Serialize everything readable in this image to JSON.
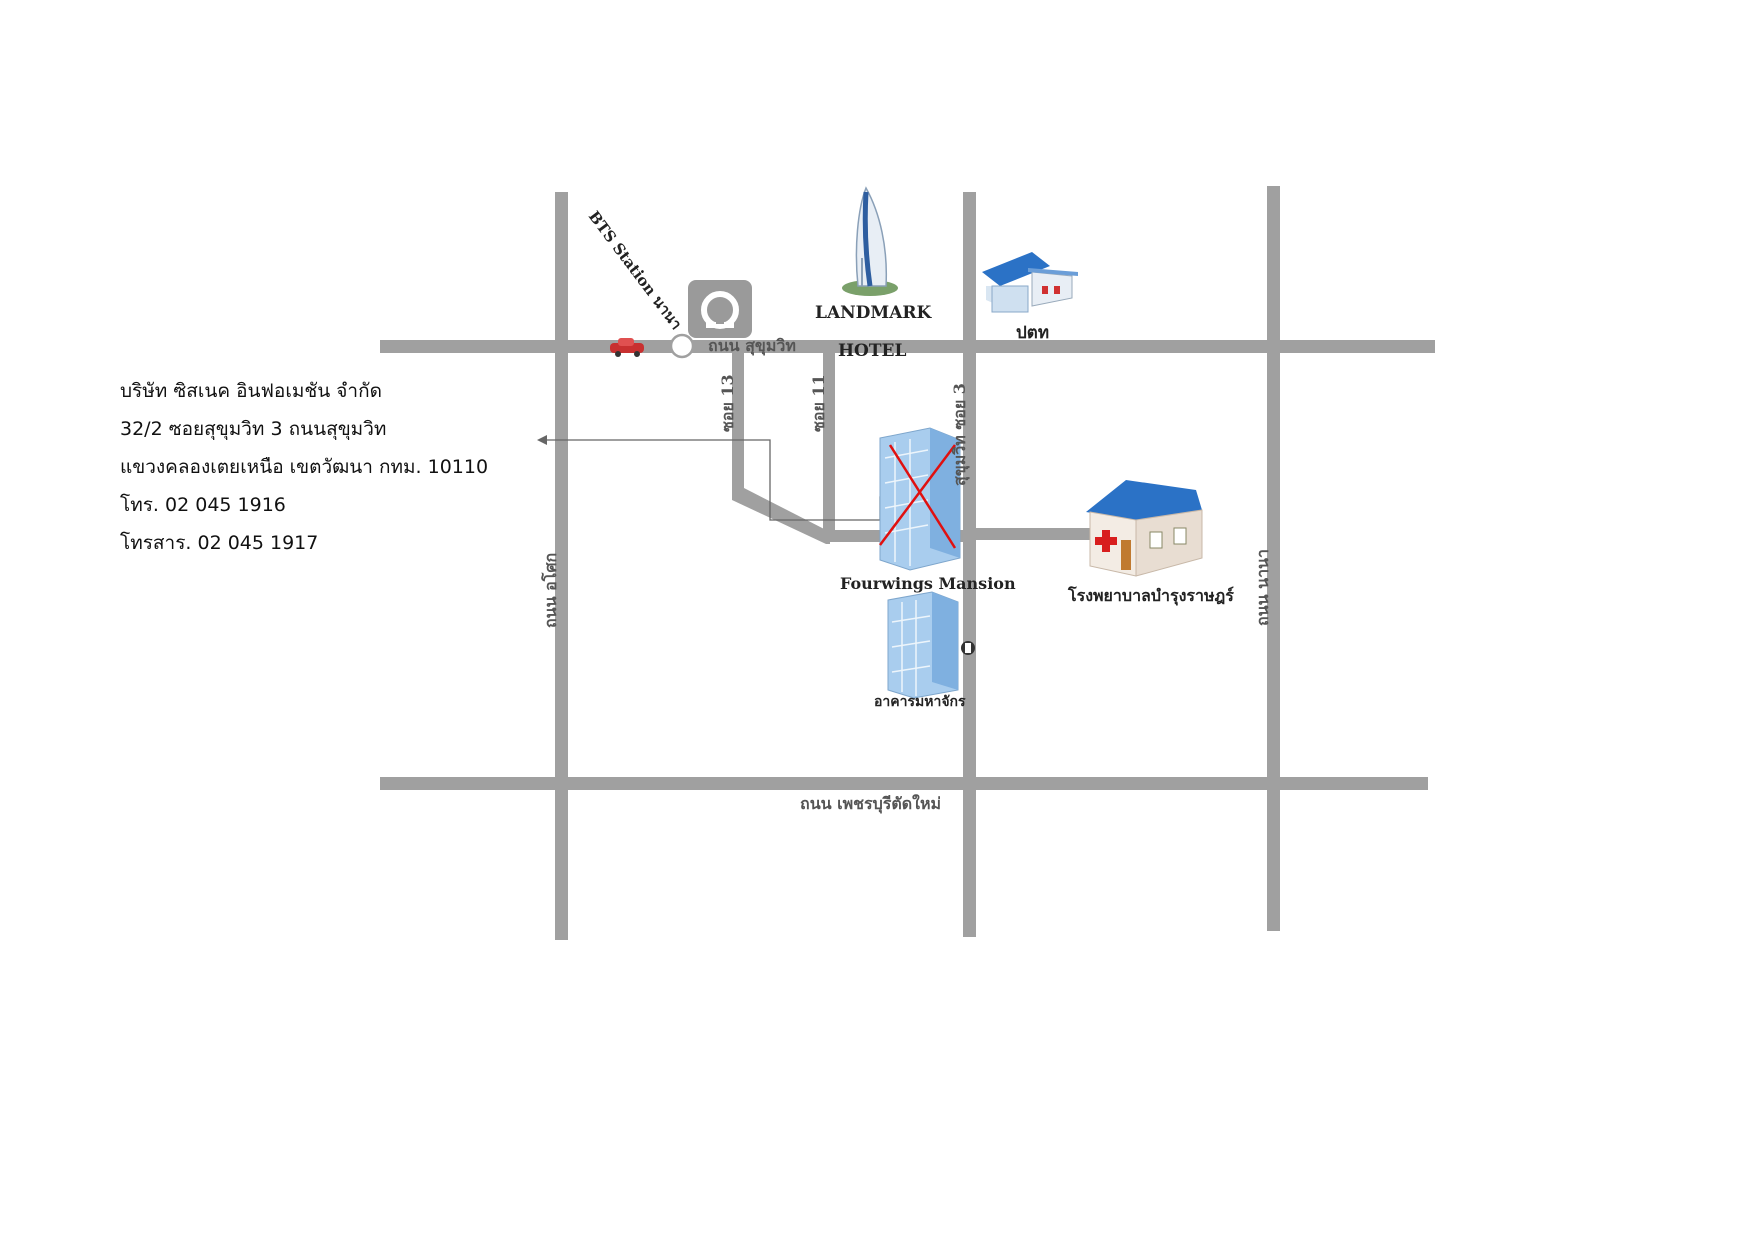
{
  "company": {
    "name": "บริษัท ซิสเนค อินฟอเมชัน จำกัด",
    "address_line1": "32/2 ซอยสุขุมวิท 3 ถนนสุขุมวิท",
    "address_line2": "แขวงคลองเตยเหนือ เขตวัฒนา  กทม. 10110",
    "phone": "โทร. 02 045 1916",
    "fax": "โทรสาร. 02 045 1917"
  },
  "roads": {
    "sukhumvit": "ถนน สุขุมวิท",
    "phetchaburi": "ถนน เพชรบุรีตัดใหม่",
    "asoke": "ถนน อโศก",
    "nana": "ถนน นานา",
    "soi13": "ซอย 13",
    "soi11": "ซอย 11",
    "soi3": "สุขุมวิท ซอย 3"
  },
  "places": {
    "bts": "BTS Station นานา",
    "landmark_line1": "LANDMARK",
    "landmark_line2": "HOTEL",
    "ptt": "ปตท",
    "fourwings": "Fourwings Mansion",
    "hospital": "โรงพยาบาลบำรุงราษฎร์",
    "mahajak": "อาคารมหาจักร"
  },
  "colors": {
    "road": "#a0a0a0",
    "cross": "#e01010",
    "building": "#a9cdee",
    "roof": "#2b72c6"
  },
  "icons": [
    "car-icon",
    "bts-train-icon",
    "landmark-hotel-icon",
    "ptt-station-icon",
    "building-icon",
    "hospital-icon",
    "entrance-icon"
  ]
}
